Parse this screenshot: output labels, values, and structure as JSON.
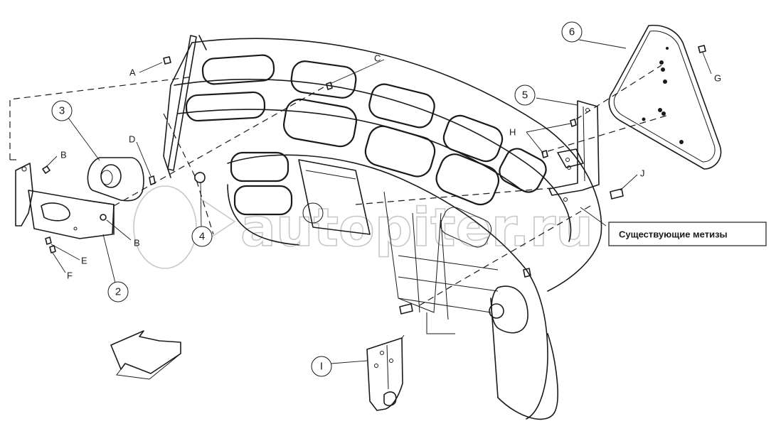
{
  "callouts": {
    "part_1": "I",
    "part_2": "2",
    "part_3": "3",
    "part_4": "4",
    "part_5": "5",
    "part_6": "6"
  },
  "letters": {
    "a": "A",
    "b_upper": "B",
    "b_lower": "B",
    "c": "C",
    "d": "D",
    "e": "E",
    "f": "F",
    "g": "G",
    "h": "H",
    "j": "J"
  },
  "note_label": "Существующие метизы",
  "watermark_text": "autopiter.ru",
  "icons": {
    "direction_arrow": "direction-arrow-icon",
    "watermark_logo": "autopiter-logo-icon"
  },
  "colors": {
    "line": "#1a1a1a",
    "watermark": "#c8c8c8",
    "background": "#ffffff"
  }
}
